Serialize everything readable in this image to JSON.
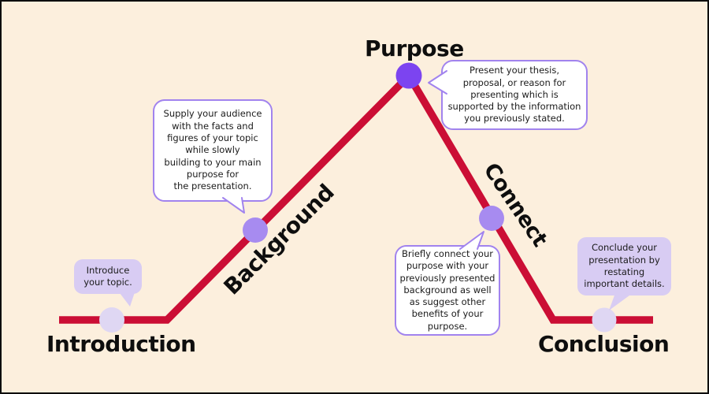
{
  "diagram_title": "Presentation structure mountain diagram",
  "stages": [
    {
      "name": "Introduction",
      "description": "Introduce\nyour topic."
    },
    {
      "name": "Background",
      "description": "Supply your audience\nwith the facts and\nfigures of your topic\nwhile slowly\nbuilding to your main\npurpose for\nthe presentation."
    },
    {
      "name": "Purpose",
      "description": "Present your thesis,\nproposal, or reason for\npresenting which is\nsupported by the information\nyou previously stated."
    },
    {
      "name": "Connect",
      "description": "Briefly connect your\npurpose with your\npreviously presented\nbackground as well\nas suggest other\nbenefits of your\npurpose."
    },
    {
      "name": "Conclusion",
      "description": "Conclude your\npresentation by\nrestating\nimportant details."
    }
  ],
  "colors": {
    "page_background": "#FCEFDD",
    "line": "#CB0E35",
    "dot_primary": "#7C44F0",
    "dot_secondary": "#A78BF0",
    "dot_light": "#DFD7F3",
    "bubble_light": "#D8CCF3",
    "bubble_border": "#A183EE",
    "bubble_white": "#FFFFFF",
    "text": "#0e0e0e"
  }
}
